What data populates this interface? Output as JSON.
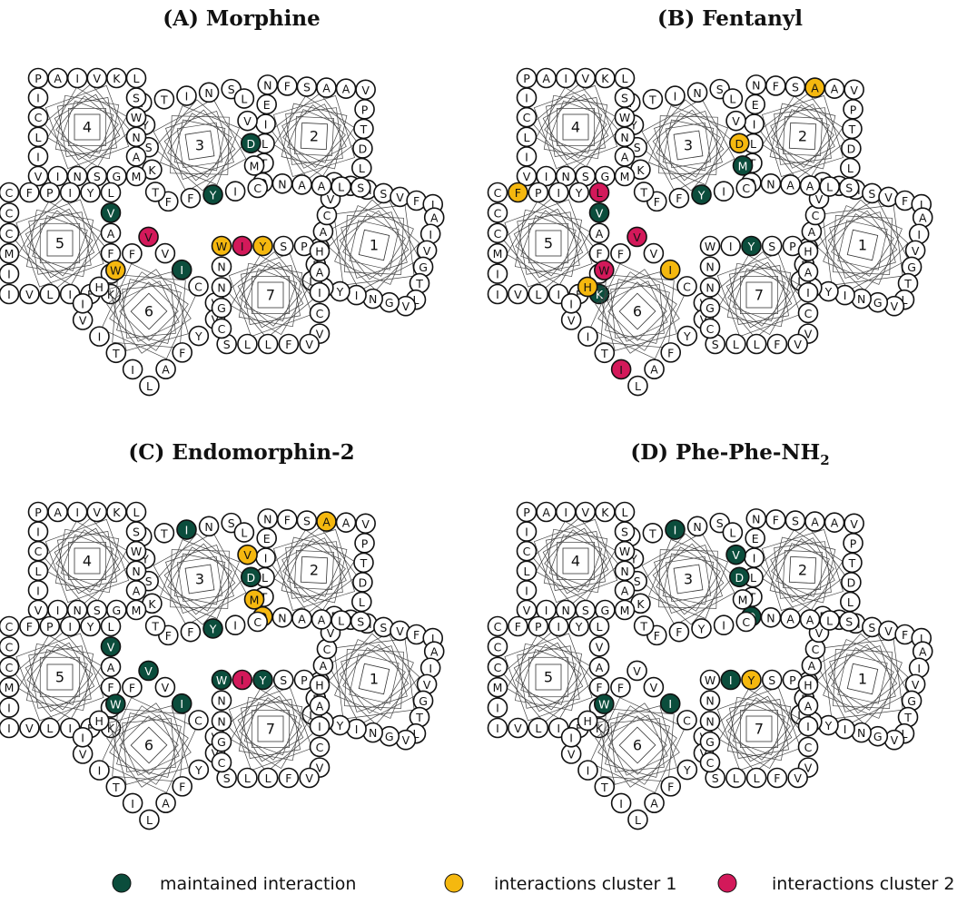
{
  "colors": {
    "none": "#ffffff",
    "maintained": "#0b4d3c",
    "cluster1": "#f5b80f",
    "cluster2": "#d3195a"
  },
  "legend": [
    {
      "key": "maintained",
      "label": "maintained interaction"
    },
    {
      "key": "cluster1",
      "label": "interactions cluster 1"
    },
    {
      "key": "cluster2",
      "label": "interactions cluster 2"
    }
  ],
  "helices": [
    {
      "num": "1",
      "residues": [
        "F",
        "A",
        "M",
        "S",
        "V",
        "F",
        "I",
        "A",
        "I",
        "V",
        "G",
        "T",
        "L",
        "V",
        "G",
        "N",
        "I",
        "Y",
        "C",
        "L",
        "F",
        "A",
        "A",
        "C",
        "V"
      ]
    },
    {
      "num": "2",
      "residues": [
        "N",
        "F",
        "S",
        "A",
        "A",
        "V",
        "P",
        "T",
        "D",
        "L",
        "S",
        "L",
        "A",
        "A",
        "N",
        "Q",
        "T",
        "L",
        "I",
        "E"
      ]
    },
    {
      "num": "3",
      "residues": [
        "T",
        "T",
        "I",
        "N",
        "S",
        "L",
        "V",
        "D",
        "M",
        "C",
        "I",
        "Y",
        "F",
        "F",
        "T",
        "K",
        "S",
        "Y"
      ]
    },
    {
      "num": "4",
      "residues": [
        "P",
        "A",
        "I",
        "V",
        "K",
        "L",
        "S",
        "W",
        "N",
        "A",
        "M",
        "G",
        "S",
        "N",
        "I",
        "V",
        "I",
        "L",
        "C",
        "I"
      ]
    },
    {
      "num": "5",
      "residues": [
        "C",
        "F",
        "P",
        "I",
        "Y",
        "L",
        "V",
        "A",
        "F",
        "V",
        "K",
        "F",
        "I",
        "L",
        "V",
        "I",
        "I",
        "M",
        "C",
        "C"
      ]
    },
    {
      "num": "6",
      "residues": [
        "V",
        "V",
        "I",
        "C",
        "V",
        "V",
        "Y",
        "F",
        "A",
        "L",
        "I",
        "T",
        "I",
        "V",
        "I",
        "H",
        "W",
        "F"
      ]
    },
    {
      "num": "7",
      "residues": [
        "W",
        "I",
        "Y",
        "S",
        "P",
        "H",
        "A",
        "I",
        "C",
        "V",
        "V",
        "F",
        "L",
        "L",
        "S",
        "C",
        "G",
        "N",
        "N"
      ]
    }
  ],
  "panels": [
    {
      "id": "A",
      "title": "(A) Morphine",
      "title_sub": "",
      "highlights": {
        "3": {
          "Y": "maintained",
          "D": "maintained"
        },
        "5": {
          "V": "maintained"
        },
        "6": {
          "W": "cluster1",
          "V": "cluster2",
          "I": "maintained"
        },
        "7": {
          "W": "cluster1",
          "I": "cluster2",
          "Y": "cluster1"
        }
      }
    },
    {
      "id": "B",
      "title": "(B) Fentanyl",
      "title_sub": "",
      "highlights": {
        "2": {
          "A": "cluster1"
        },
        "3": {
          "Y": "maintained",
          "M": "maintained",
          "D": "cluster1"
        },
        "5": {
          "L": "cluster2",
          "V": "maintained",
          "F": "cluster1",
          "K": "maintained"
        },
        "6": {
          "I": "cluster1",
          "H": "cluster1",
          "W": "cluster2",
          "V": "cluster2",
          "I2": "cluster2"
        },
        "7": {
          "Y": "maintained"
        }
      }
    },
    {
      "id": "C",
      "title": "(C) Endomorphin-2",
      "title_sub": "",
      "highlights": {
        "2": {
          "Q": "cluster1",
          "A": "cluster1"
        },
        "3": {
          "Y": "maintained",
          "I": "maintained",
          "M": "cluster1",
          "D": "maintained",
          "V": "cluster1"
        },
        "5": {
          "V": "maintained"
        },
        "6": {
          "W": "maintained",
          "V": "maintained",
          "I": "maintained"
        },
        "7": {
          "W": "maintained",
          "I": "cluster2",
          "Y": "maintained"
        }
      }
    },
    {
      "id": "D",
      "title": "(D) Phe-Phe-NH",
      "title_sub": "2",
      "highlights": {
        "2": {
          "Q": "maintained"
        },
        "3": {
          "I": "maintained",
          "D": "maintained",
          "V": "maintained"
        },
        "6": {
          "W": "maintained",
          "I": "maintained"
        },
        "7": {
          "I": "maintained",
          "Y": "cluster1"
        }
      }
    }
  ]
}
